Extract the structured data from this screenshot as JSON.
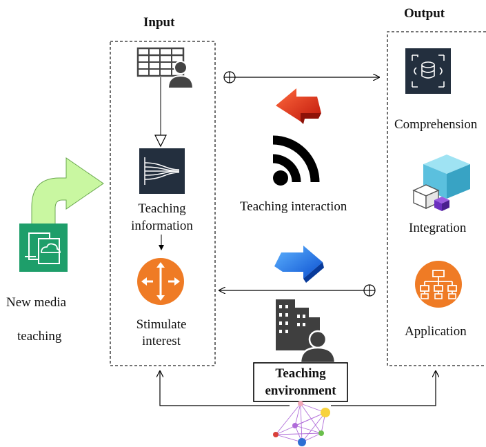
{
  "headings": {
    "input": "Input",
    "output": "Output"
  },
  "left": {
    "line1": "New media",
    "line2": "teaching"
  },
  "input_items": {
    "info_line1": "Teaching",
    "info_line2": "information",
    "stim_line1": "Stimulate",
    "stim_line2": "interest"
  },
  "center": {
    "interaction": "Teaching interaction"
  },
  "environment": {
    "line1": "Teaching",
    "line2": "environment"
  },
  "output_items": {
    "comprehension": "Comprehension",
    "integration": "Integration",
    "application": "Application"
  },
  "colors": {
    "dark_tile": "#232f3e",
    "green_tile": "#1e9e6a",
    "orange": "#ef7b25",
    "light_green_arrow": "#c9f7a1",
    "red_arrow": "#e8391f",
    "blue_arrow": "#1e73e8",
    "cube_blue": "#5bc0de",
    "purple": "#6b2fbf"
  }
}
